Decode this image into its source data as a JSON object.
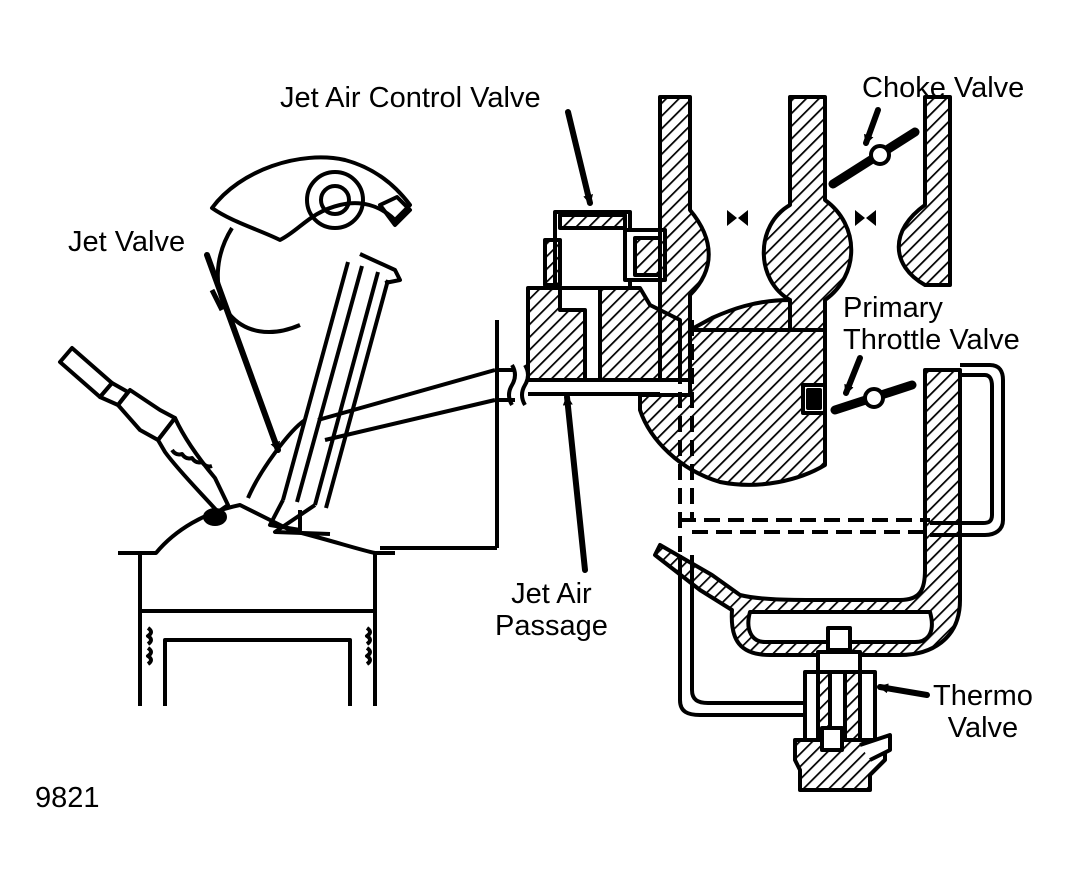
{
  "labels": {
    "jet_air_control_valve": "Jet Air Control Valve",
    "choke_valve": "Choke Valve",
    "jet_valve": "Jet Valve",
    "primary_throttle_valve": [
      "Primary",
      "Throttle Valve"
    ],
    "jet_air_passage": [
      "Jet Air",
      "Passage"
    ],
    "thermo_valve": [
      "Thermo",
      "Valve"
    ]
  },
  "figure_number": "9821",
  "colors": {
    "ink": "#000000",
    "paper": "#ffffff"
  }
}
